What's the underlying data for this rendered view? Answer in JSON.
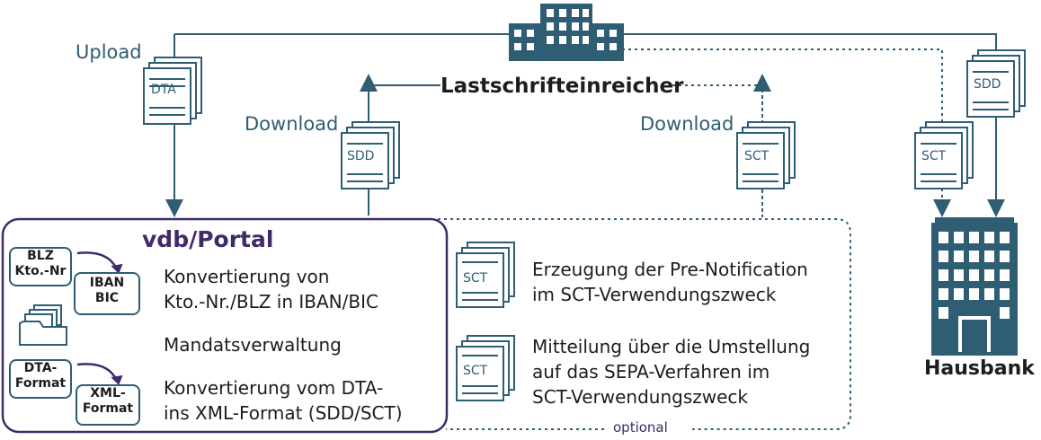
{
  "actors": {
    "submitter": "Lastschrifteinreicher",
    "bank": "Hausbank"
  },
  "flows": {
    "upload": "Upload",
    "download_left": "Download",
    "download_right": "Download"
  },
  "documents": {
    "dta": "DTA",
    "sdd_download": "SDD",
    "sct_download": "SCT",
    "sct_bank": "SCT",
    "sdd_bank": "SDD",
    "sct_optional_1": "SCT",
    "sct_optional_2": "SCT"
  },
  "portal": {
    "title": "vdb/Portal",
    "box_blz": "BLZ\nKto.-Nr",
    "box_iban": "IBAN\nBIC",
    "feature_1": "Konvertierung von\nKto.-Nr./BLZ in IBAN/BIC",
    "feature_2": "Mandatsverwaltung",
    "box_dta_format": "DTA-\nFormat",
    "box_xml_format": "XML-\nFormat",
    "feature_3": "Konvertierung vom DTA-\nins XML-Format (SDD/SCT)"
  },
  "optional_section": {
    "label": "optional",
    "item_1": "Erzeugung der Pre-Notification\nim SCT-Verwendungszweck",
    "item_2": "Mitteilung über die Umstellung\nauf das SEPA-Verfahren im\nSCT-Verwendungszweck"
  },
  "colors": {
    "line": "#2f5d74",
    "portal_border": "#3f2a6a",
    "building": "#2f5d74"
  }
}
